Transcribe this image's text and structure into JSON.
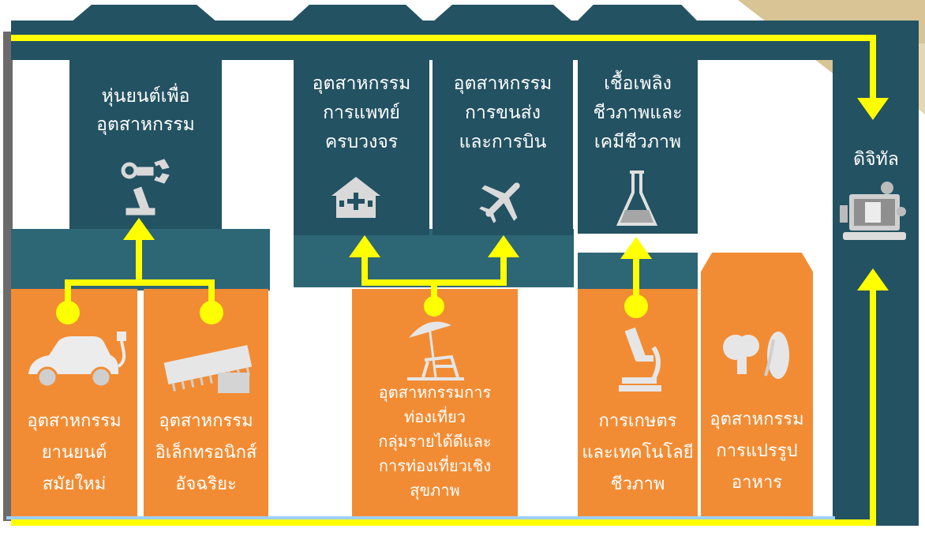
{
  "digital_label": "ดิจิทัล",
  "top_boxes": [
    {
      "id": "robotics",
      "label": "หุ่นยนต์เพื่อ\nอุตสาหกรรม",
      "icon": "robot-arm-icon"
    },
    {
      "id": "medical",
      "label": "อุตสาหกรรม\nการแพทย์\nครบวงจร",
      "icon": "hospital-icon"
    },
    {
      "id": "aviation",
      "label": "อุตสาหกรรม\nการขนส่ง\nและการบิน",
      "icon": "airplane-icon"
    },
    {
      "id": "biofuel",
      "label": "เชื้อเพลิง\nชีวภาพและ\nเคมีชีวภาพ",
      "icon": "flask-icon"
    }
  ],
  "bottom_boxes": [
    {
      "id": "automotive",
      "label": "อุตสาหกรรม\nยานยนต์\nสมัยใหม่",
      "icon": "electric-car-icon"
    },
    {
      "id": "electronics",
      "label": "อุตสาหกรรม\nอิเล็กทรอนิกส์\nอัจฉริยะ",
      "icon": "microchip-icon"
    },
    {
      "id": "tourism",
      "label": "อุตสาหกรรมการ\nท่องเที่ยว\nกลุ่มรายได้ดีและ\nการท่องเที่ยวเชิง\nสุขภาพ",
      "icon": "beach-umbrella-icon"
    },
    {
      "id": "agri_bio",
      "label": "การเกษตร\nและเทคโนโลยี\nชีวภาพ",
      "icon": "microscope-icon"
    },
    {
      "id": "food",
      "label": "อุตสาหกรรม\nการแปรรูป\nอาหาร",
      "icon": "broccoli-corn-icon"
    }
  ],
  "colors": {
    "teal": "#235262",
    "teal_light": "#2d6675",
    "orange": "#f28c34",
    "arrow": "#ffff00",
    "gold": "#d6c18e"
  }
}
